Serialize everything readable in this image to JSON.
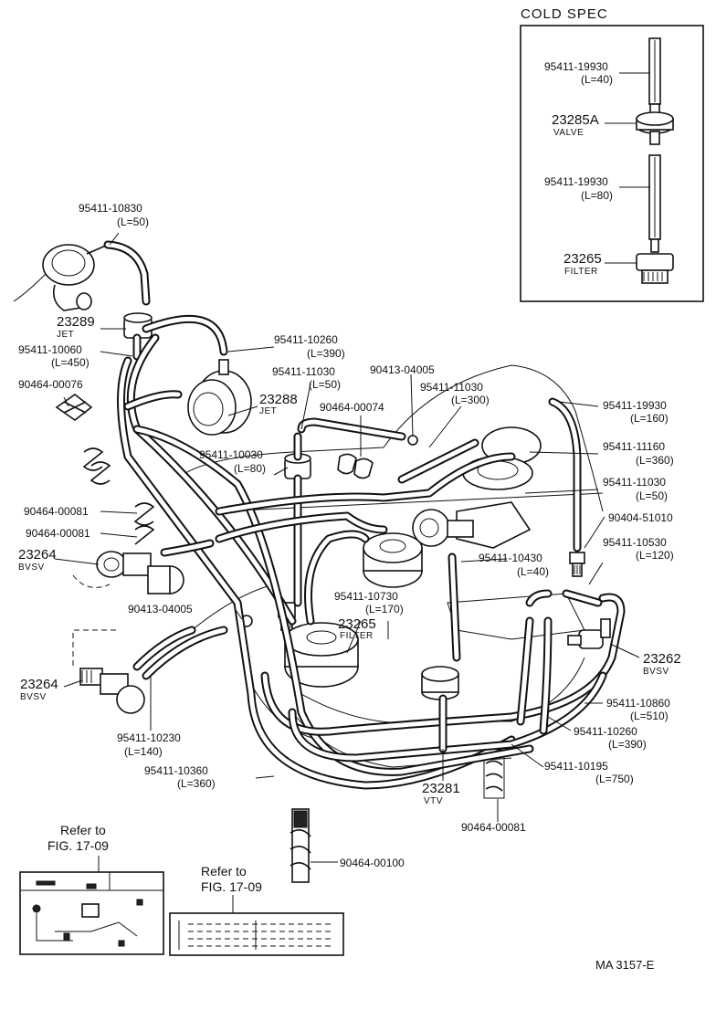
{
  "cold_spec": {
    "title": "COLD SPEC",
    "hose1_part": "95411-19930",
    "hose1_len": "(L=40)",
    "valve_part": "23285A",
    "valve_name": "VALVE",
    "hose2_part": "95411-19930",
    "hose2_len": "(L=80)",
    "filter_part": "23265",
    "filter_name": "FILTER"
  },
  "labels": {
    "h10830": "95411-10830",
    "h10830_len": "(L=50)",
    "jet23289": "23289",
    "jet23289_name": "JET",
    "h10060": "95411-10060",
    "h10060_len": "(L=450)",
    "c00076": "90464-00076",
    "c00081a": "90464-00081",
    "c00081b": "90464-00081",
    "bvsv23264a": "23264",
    "bvsv23264a_name": "BVSV",
    "t04005a": "90413-04005",
    "bvsv23264b": "23264",
    "bvsv23264b_name": "BVSV",
    "h10230": "95411-10230",
    "h10230_len": "(L=140)",
    "h10360": "95411-10360",
    "h10360_len": "(L=360)",
    "h10260a": "95411-10260",
    "h10260a_len": "(L=390)",
    "h11030a": "95411-11030",
    "h11030a_len": "(L=50)",
    "jet23288": "23288",
    "jet23288_name": "JET",
    "c00074": "90464-00074",
    "h10030": "95411-10030",
    "h10030_len": "(L=80)",
    "t04005b": "90413-04005",
    "h11030b": "95411-11030",
    "h11030b_len": "(L=300)",
    "h19930": "95411-19930",
    "h19930_len": "(L=160)",
    "h11160": "95411-11160",
    "h11160_len": "(L=360)",
    "h11030c": "95411-11030",
    "h11030c_len": "(L=50)",
    "u51010": "90404-51010",
    "h10530": "95411-10530",
    "h10530_len": "(L=120)",
    "h10430": "95411-10430",
    "h10430_len": "(L=40)",
    "h10730": "95411-10730",
    "h10730_len": "(L=170)",
    "filter23265": "23265",
    "filter23265_name": "FILTER",
    "bvsv23262": "23262",
    "bvsv23262_name": "BVSV",
    "h10860": "95411-10860",
    "h10860_len": "(L=510)",
    "h10260b": "95411-10260",
    "h10260b_len": "(L=390)",
    "h10195": "95411-10195",
    "h10195_len": "(L=750)",
    "vtv23281": "23281",
    "vtv23281_name": "VTV",
    "c00081c": "90464-00081",
    "c00100": "90464-00100",
    "refer1_a": "Refer to",
    "refer1_b": "FIG. 17-09",
    "refer2_a": "Refer to",
    "refer2_b": "FIG. 17-09",
    "code": "MA  3157-E"
  }
}
